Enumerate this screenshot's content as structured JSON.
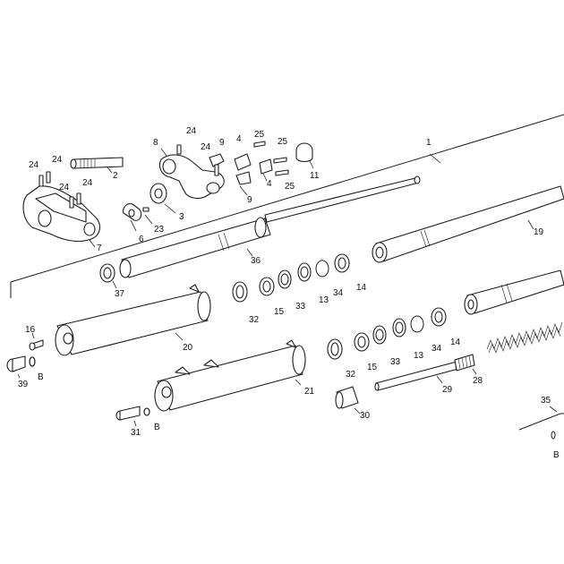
{
  "diagram": {
    "labels": {
      "l1": "1",
      "l2": "2",
      "l3": "3",
      "l4a": "4",
      "l4b": "4",
      "l6": "6",
      "l7": "7",
      "l8": "8",
      "l9a": "9",
      "l9b": "9",
      "l11": "11",
      "l13a": "13",
      "l13b": "13",
      "l14a": "14",
      "l14b": "14",
      "l15a": "15",
      "l15b": "15",
      "l16": "16",
      "l19": "19",
      "l20": "20",
      "l21": "21",
      "l23": "23",
      "l24a": "24",
      "l24b": "24",
      "l24c": "24",
      "l24d": "24",
      "l24e": "24",
      "l24f": "24",
      "l25a": "25",
      "l25b": "25",
      "l25c": "25",
      "l28": "28",
      "l29": "29",
      "l30": "30",
      "l31": "31",
      "l32a": "32",
      "l32b": "32",
      "l33a": "33",
      "l33b": "33",
      "l34a": "34",
      "l34b": "34",
      "l35": "35",
      "l36": "36",
      "l37": "37",
      "l39": "39",
      "lBa": "B",
      "lBb": "B",
      "lBc": "B"
    }
  }
}
